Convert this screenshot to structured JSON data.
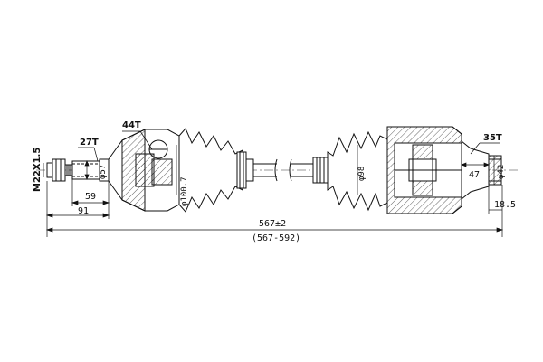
{
  "drawing": {
    "labels": {
      "thread": "M22X1.5",
      "spline_outer": "27T",
      "spline_cv_outer": "44T",
      "spline_inner": "35T",
      "dia_57": "φ57",
      "dia_100_7": "φ100.7",
      "dia_98": "φ98",
      "dia_42": "φ42",
      "len_59": "59",
      "len_91": "91",
      "len_47": "47",
      "len_18_5": "18.5",
      "total_length": "567±2",
      "length_range": "(567-592)"
    }
  }
}
